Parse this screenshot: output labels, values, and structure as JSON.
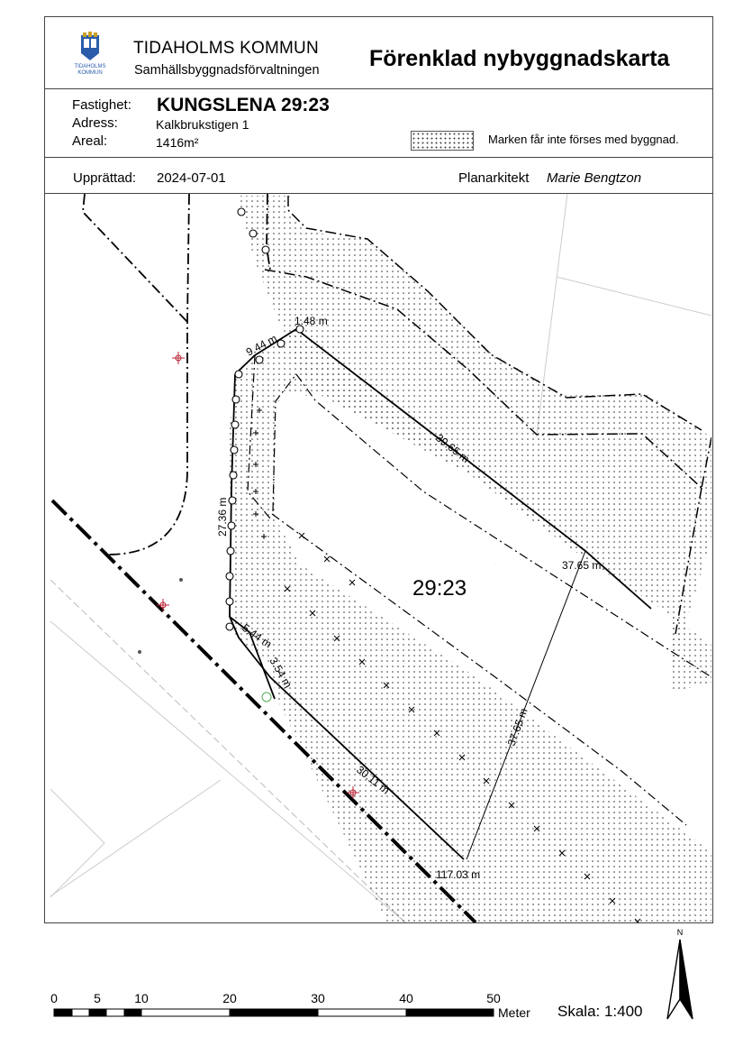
{
  "header": {
    "municipality": "TIDAHOLMS KOMMUN",
    "department": "Samhällsbyggnadsförvaltningen",
    "title": "Förenklad nybyggnadskarta",
    "logo_text": "TIDAHOLMS KOMMUN"
  },
  "property": {
    "fastighet_label": "Fastighet:",
    "fastighet_value": "KUNGSLENA 29:23",
    "adress_label": "Adress:",
    "adress_value": "Kalkbrukstigen 1",
    "areal_label": "Areal:",
    "areal_value": "1416m²"
  },
  "legend": {
    "text": "Marken får inte förses med byggnad."
  },
  "prepared": {
    "label": "Upprättad:",
    "date": "2024-07-01",
    "architect_label": "Planarkitekt",
    "architect_name": "Marie Bengtzon"
  },
  "map": {
    "parcel_label": "29:23",
    "measurements": [
      "1.48 m",
      "9.44 m",
      "39.65 m",
      "27.36 m",
      "37.65 m",
      "37.65 m",
      "5.44 m",
      "3.54 m",
      "30.11 m",
      "117.03 m"
    ]
  },
  "scale_bar": {
    "ticks": [
      "0",
      "5",
      "10",
      "20",
      "30",
      "40",
      "50"
    ],
    "unit": "Meter",
    "scale_text": "Skala: 1:400",
    "north": "N"
  }
}
